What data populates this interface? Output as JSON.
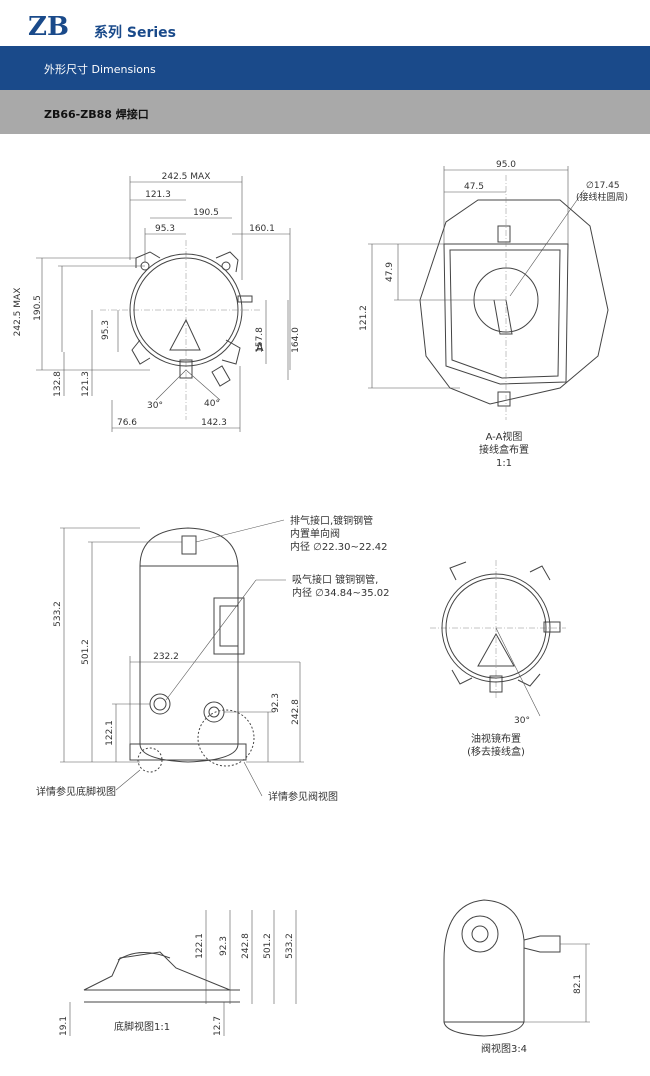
{
  "header": {
    "brand": "ZB",
    "series": "系列 Series",
    "section": "外形尺寸  Dimensions",
    "model": "ZB66-ZB88 焊接口"
  },
  "top_left": {
    "dims": [
      "242.5 MAX",
      "121.3",
      "190.5",
      "95.3",
      "160.1",
      "242.5 MAX",
      "190.5",
      "95.3",
      "157.8",
      "164.0",
      "132.8",
      "121.3",
      "30°",
      "40°",
      "76.6",
      "142.3"
    ],
    "section_mark": "A"
  },
  "top_right": {
    "dims": [
      "95.0",
      "47.5",
      "47.9",
      "121.2"
    ],
    "note_line1": "∅17.45",
    "note_line2": "(接线柱圆周)",
    "caption_line1": "A-A视图",
    "caption_line2": "接线盒布置",
    "caption_line3": "1:1"
  },
  "middle_left": {
    "discharge_line1": "排气接口,镀铜钢管",
    "discharge_line2": "内置单向阀",
    "discharge_line3": "内径 ∅22.30~22.42",
    "suction_line1": "吸气接口 镀铜钢管,",
    "suction_line2": "内径 ∅34.84~35.02",
    "dims": [
      "533.2",
      "501.2",
      "232.2",
      "122.1",
      "92.3",
      "242.8"
    ],
    "foot_note": "详情参见底脚视图",
    "valve_note": "详情参见阀视图"
  },
  "middle_right": {
    "angle": "30°",
    "caption_line1": "油视镜布置",
    "caption_line2": "(移去接线盒)"
  },
  "bottom_left": {
    "dims": [
      "122.1",
      "92.3",
      "242.8",
      "501.2",
      "533.2",
      "19.1",
      "12.7"
    ],
    "caption": "底脚视图1:1"
  },
  "bottom_right": {
    "dim": "82.1",
    "caption": "阀视图3:4"
  }
}
